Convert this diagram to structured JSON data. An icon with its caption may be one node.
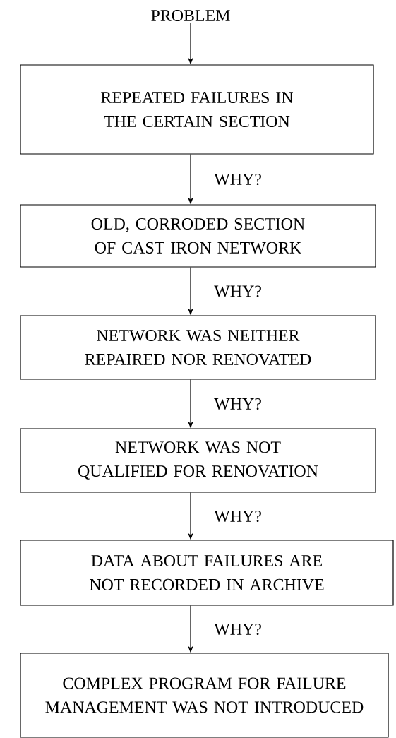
{
  "diagram": {
    "nodes": [
      {
        "text": [
          "PROBLEM"
        ]
      },
      {
        "text": [
          "REPEATED FAILURES IN THE CERTAIN SECTION"
        ]
      },
      {
        "text": [
          "OLD, CORRODED SECTION OF CAST IRON NETWORK"
        ]
      },
      {
        "text": [
          "NETWORK WAS NEITHER REPAIRED NOR RENOVATED"
        ]
      },
      {
        "text": [
          "NETWORK WAS NOT QUALIFIED FOR RENOVATION"
        ]
      },
      {
        "text": [
          "DATA ABOUT FAILURES ARE NOT RECORDED IN ARCHIVE"
        ]
      },
      {
        "text": [
          "COMPLEX PROGRAM FOR FAILURE MANAGEMENT WAS NOT INTRODUCED"
        ]
      }
    ],
    "edges": [
      {
        "from": 0,
        "to": 1,
        "arrow": "to"
      },
      {
        "from": 1,
        "to": 2,
        "arrow": "to",
        "label": "WHY?"
      },
      {
        "from": 2,
        "to": 3,
        "arrow": "to",
        "label": "WHY?"
      },
      {
        "from": 3,
        "to": 4,
        "arrow": "to",
        "label": "WHY?"
      },
      {
        "from": 4,
        "to": 5,
        "arrow": "to",
        "label": "WHY?"
      },
      {
        "from": 5,
        "to": 6,
        "arrow": "to",
        "label": "WHY?"
      }
    ]
  }
}
